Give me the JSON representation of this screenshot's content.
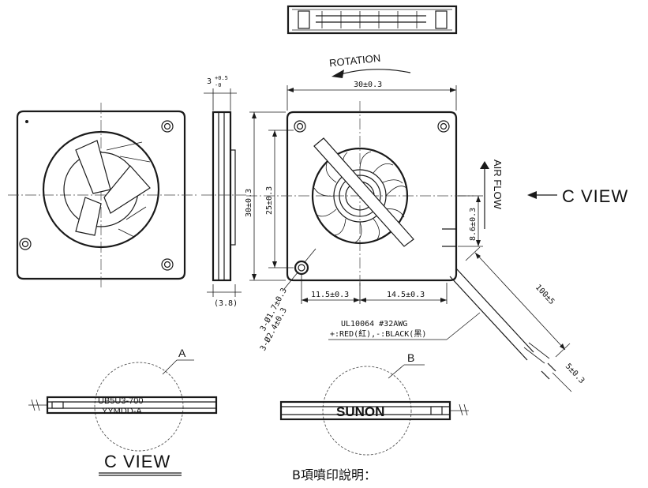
{
  "labels": {
    "rotation": "ROTATION",
    "air_flow": "AIR FLOW",
    "c_view_arrow": "C VIEW",
    "c_view_title": "C VIEW",
    "detail_a": "A",
    "detail_b": "B",
    "b_note": "B項噴印說明：",
    "brand": "SUNON",
    "model_line1": "UB5U3-700",
    "model_line2": "YYMDD-A",
    "wire_spec_line1": "UL10064  #32AWG",
    "wire_spec_line2": "+:RED(紅),-:BLACK(黑)"
  },
  "dimensions": {
    "thickness": "3",
    "thickness_tol_upper": "+0.5",
    "thickness_tol_lower": "-0",
    "width": "30±0.3",
    "height": "30±0.3",
    "hole_spacing_v": "25±0.3",
    "offset_x1": "11.5±0.3",
    "offset_x2": "14.5±0.3",
    "outlet_height": "8.6±0.3",
    "side_ref": "(3.8)",
    "hole_small": "3-Ø1.7±0.3",
    "hole_large": "3-Ø2.4±0.3",
    "wire_length": "100±5",
    "wire_strip": "5±0.3"
  }
}
